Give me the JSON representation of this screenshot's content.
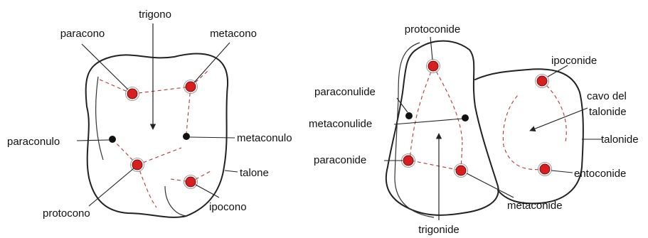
{
  "upper_molar": {
    "labels": {
      "trigono": "trigono",
      "paracono": "paracono",
      "metacono": "metacono",
      "paraconulo": "paraconulo",
      "metaconulo": "metaconulo",
      "talone": "talone",
      "protocono": "protocono",
      "ipocono": "ipocono"
    }
  },
  "lower_molar": {
    "labels": {
      "protoconide": "protoconide",
      "ipoconide": "ipoconide",
      "paraconulide": "paraconulide",
      "cavo_line1": "cavo del",
      "cavo_line2": "talonide",
      "metaconulide": "metaconulide",
      "talonide": "talonide",
      "paraconide": "paraconide",
      "entoconide": "entoconide",
      "metaconide": "metaconide",
      "trigonide": "trigonide"
    }
  },
  "colors": {
    "cusp": "#d81f1f",
    "outline": "#222222",
    "crest": "#b23a3a"
  }
}
